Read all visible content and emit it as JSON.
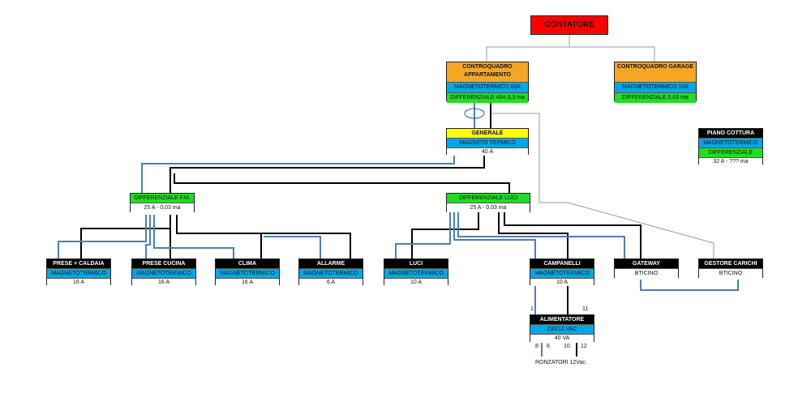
{
  "contatore": {
    "title": "CONTATORE"
  },
  "controquadro_appartamento": {
    "title": "CONTROQUADRO APPARTAMENTO",
    "row1": "MAGNETOTERMICO 63A",
    "row2": "DIFFERENZIALE 40A 0,3 ma"
  },
  "controquadro_garage": {
    "title": "CONTROQUADRO GARAGE",
    "row1": "MAGNETOTERMICO 10A",
    "row2": "DIFFERENZIALE 0,03 ma"
  },
  "generale": {
    "title": "GENERALE",
    "row1": "MAGNETO TERMICO",
    "row2": "40 A"
  },
  "piano_cottura": {
    "title": "PIANO COTTURA",
    "row1": "MAGNETOTERMICO",
    "row2": "DIFFERENZIALE",
    "row3": "32 A - ??? ma"
  },
  "differenziale_fm": {
    "title": "DIFFERENZIALE F.M.",
    "row1": "25 A - 0,03 ma"
  },
  "differenziale_luci": {
    "title": "DIFFERENZIALE LUCI",
    "row1": "25 A - 0,03 ma"
  },
  "prese_caldaia": {
    "title": "PRESE + CALDAIA",
    "row1": "MAGNETOTERMICO",
    "row2": "16 A"
  },
  "prese_cucina": {
    "title": "PRESE CUCINA",
    "row1": "MAGNETOTERMICO",
    "row2": "16 A"
  },
  "clima": {
    "title": "CLIMA",
    "row1": "MAGNETOTERMICO",
    "row2": "16 A"
  },
  "allarme": {
    "title": "ALLARME",
    "row1": "MAGNETOTERMICO",
    "row2": "6 A"
  },
  "luci": {
    "title": "LUCI",
    "row1": "MAGNETOTERMICO",
    "row2": "10 A"
  },
  "campanelli": {
    "title": "CAMPANELLI",
    "row1": "MAGNETOTERMICO",
    "row2": "10 A"
  },
  "gateway": {
    "title": "GATEWAY",
    "row1": "BTICINO"
  },
  "gestore_carichi": {
    "title": "GESTORE CARICHI",
    "row1": "BTICINO"
  },
  "alimentatore": {
    "title": "ALIMENTATORE",
    "row1": "230/12 VAC",
    "row2": "40 VA",
    "pin_left_top": "1",
    "pin_right_top": "11",
    "pin_bl1": "8",
    "pin_bl2": "6",
    "pin_br1": "10",
    "pin_br2": "12"
  },
  "ronzatori": {
    "label": "RONZATORI 12Vac"
  },
  "colors": {
    "black_wire": "#000000",
    "blue_wire": "#4a7fb5",
    "grey_wire": "#999999"
  }
}
